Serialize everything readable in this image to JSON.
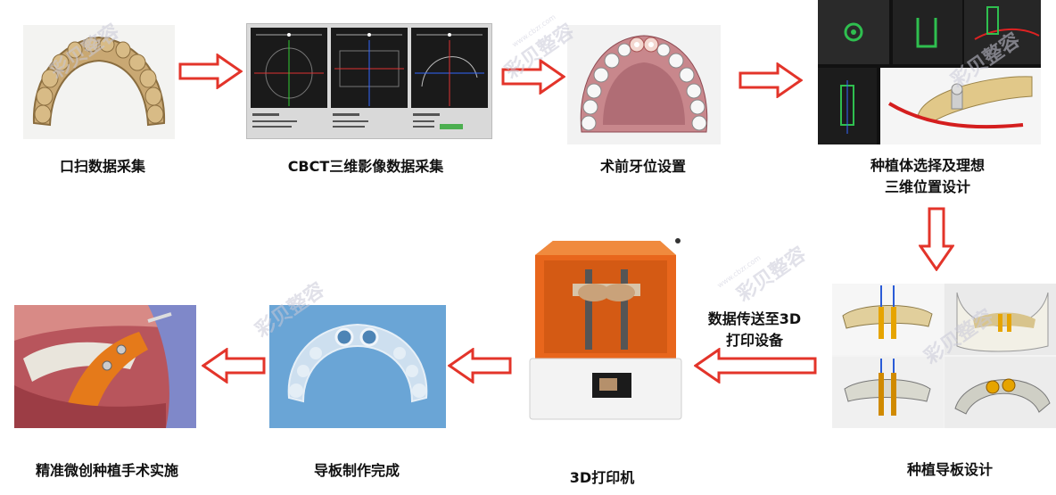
{
  "steps": {
    "s1": "口扫数据采集",
    "s2": "CBCT三维影像数据采集",
    "s3": "术前牙位设置",
    "s4": "种植体选择及理想\n三维位置设计",
    "s5": "种植导板设计",
    "s6": "3D打印机",
    "s7": "导板制作完成",
    "s8": "精准微创种植手术实施"
  },
  "transfer_label": "数据传送至3D\n打印设备",
  "watermark": {
    "brand": "彩贝整容",
    "url": "www.cbzr.com"
  },
  "colors": {
    "arrow": "#e3342a",
    "printer_orange": "#e8661c",
    "guide_blue": "#6aa5d6"
  }
}
